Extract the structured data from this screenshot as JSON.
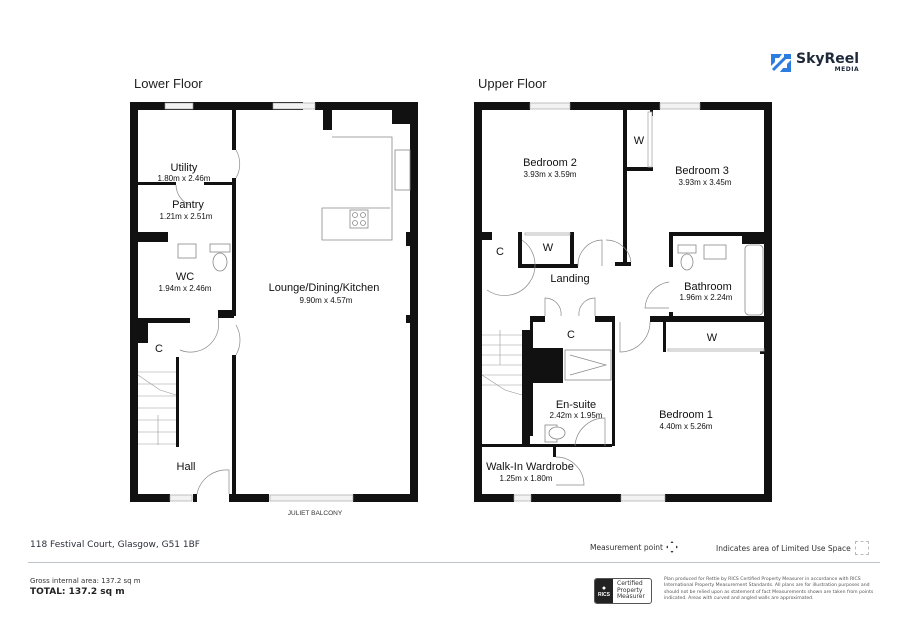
{
  "brand": {
    "name": "SkyReel",
    "sub": "MEDIA",
    "accent": "#2b7de0",
    "dark": "#1e2a3a"
  },
  "floors": [
    {
      "title": "Lower Floor",
      "rooms": [
        {
          "name": "Utility",
          "dims": "1.80m x 2.46m"
        },
        {
          "name": "Pantry",
          "dims": "1.21m x 2.51m"
        },
        {
          "name": "WC",
          "dims": "1.94m x 2.46m"
        },
        {
          "name": "Lounge/Dining/Kitchen",
          "dims": "9.90m x 4.57m"
        },
        {
          "name": "C",
          "dims": ""
        },
        {
          "name": "Hall",
          "dims": ""
        }
      ],
      "annotation": "JULIET BALCONY"
    },
    {
      "title": "Upper Floor",
      "rooms": [
        {
          "name": "Bedroom 2",
          "dims": "3.93m x 3.59m"
        },
        {
          "name": "Bedroom 3",
          "dims": "3.93m x 3.45m"
        },
        {
          "name": "W",
          "dims": ""
        },
        {
          "name": "C",
          "dims": ""
        },
        {
          "name": "W",
          "dims": ""
        },
        {
          "name": "Landing",
          "dims": ""
        },
        {
          "name": "Bathroom",
          "dims": "1.96m x 2.24m"
        },
        {
          "name": "C",
          "dims": ""
        },
        {
          "name": "W",
          "dims": ""
        },
        {
          "name": "En-suite",
          "dims": "2.42m x 1.95m"
        },
        {
          "name": "Bedroom 1",
          "dims": "4.40m x 5.26m"
        },
        {
          "name": "Walk-In Wardrobe",
          "dims": "1.25m x 1.80m"
        }
      ]
    }
  ],
  "footer": {
    "address": "118 Festival Court, Glasgow, G51 1BF",
    "gross_internal_area": "Gross internal area: 137.2 sq m",
    "total": "TOTAL: 137.2 sq m",
    "legend_measurement": "Measurement point",
    "legend_limited_use": "Indicates area of  Limited Use Space",
    "rics_badge": "RICS",
    "rics_text": [
      "Certified",
      "Property",
      "Measurer"
    ],
    "disclaimer": "Plan produced for Rettie by RICS Certified Property Measurer in accordance with RICS International Property Measurement Standards. All plans are for illustration purposes and should not be relied upon as statement of fact Measurements shown are taken from points indicated. Areas with curved and angled walls are approximated."
  }
}
